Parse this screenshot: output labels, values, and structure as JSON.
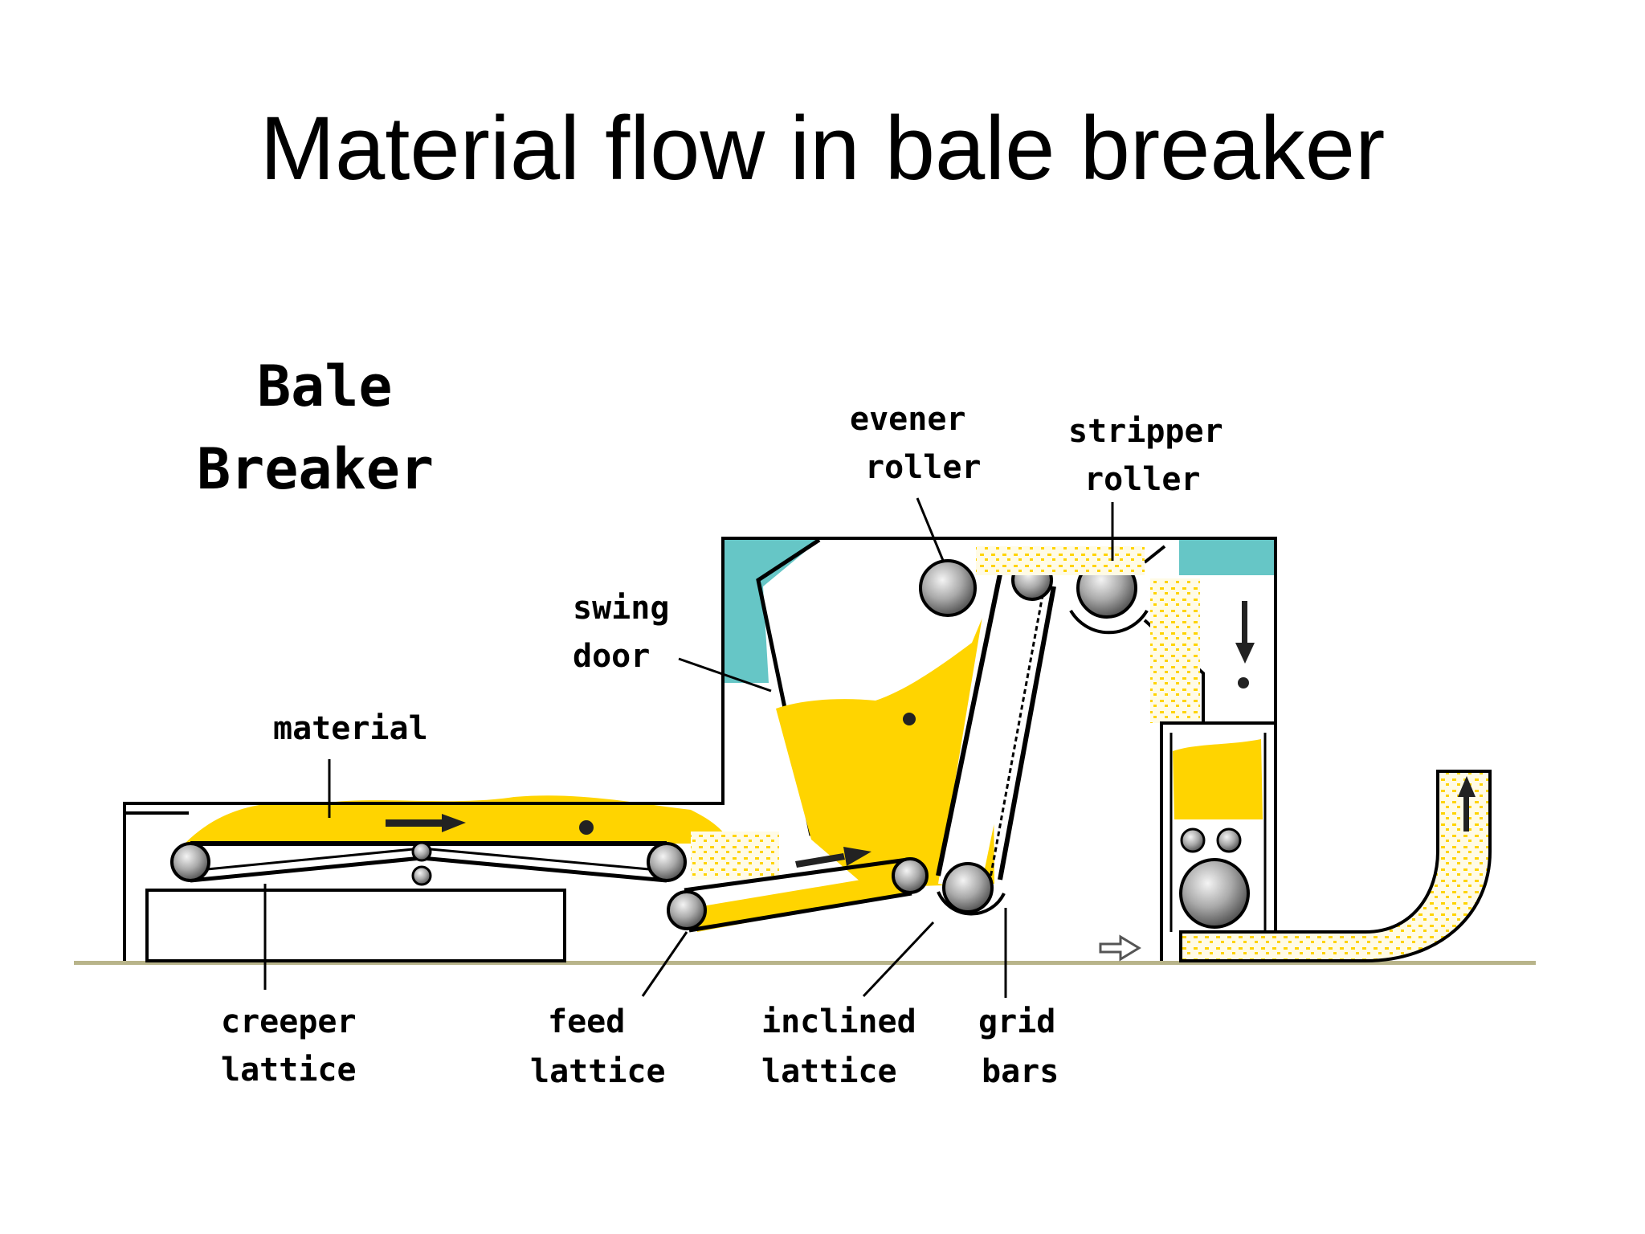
{
  "slide_title": "Material flow in bale breaker",
  "diagram": {
    "heading_line1": "Bale",
    "heading_line2": "Breaker",
    "labels": {
      "material": "material",
      "swing_door_1": "swing",
      "swing_door_2": "door",
      "evener_1": "evener",
      "evener_2": "roller",
      "stripper_1": "stripper",
      "stripper_2": "roller",
      "creeper_1": "creeper",
      "creeper_2": "lattice",
      "feed_1": "feed",
      "feed_2": "lattice",
      "inclined_1": "inclined",
      "inclined_2": "lattice",
      "grid_1": "grid",
      "grid_2": "bars"
    },
    "colors": {
      "cotton": "#ffd400",
      "panel": "#66c6c6",
      "floor": "#b8b48a",
      "line": "#000000",
      "roller": "#9a9a9a"
    }
  }
}
